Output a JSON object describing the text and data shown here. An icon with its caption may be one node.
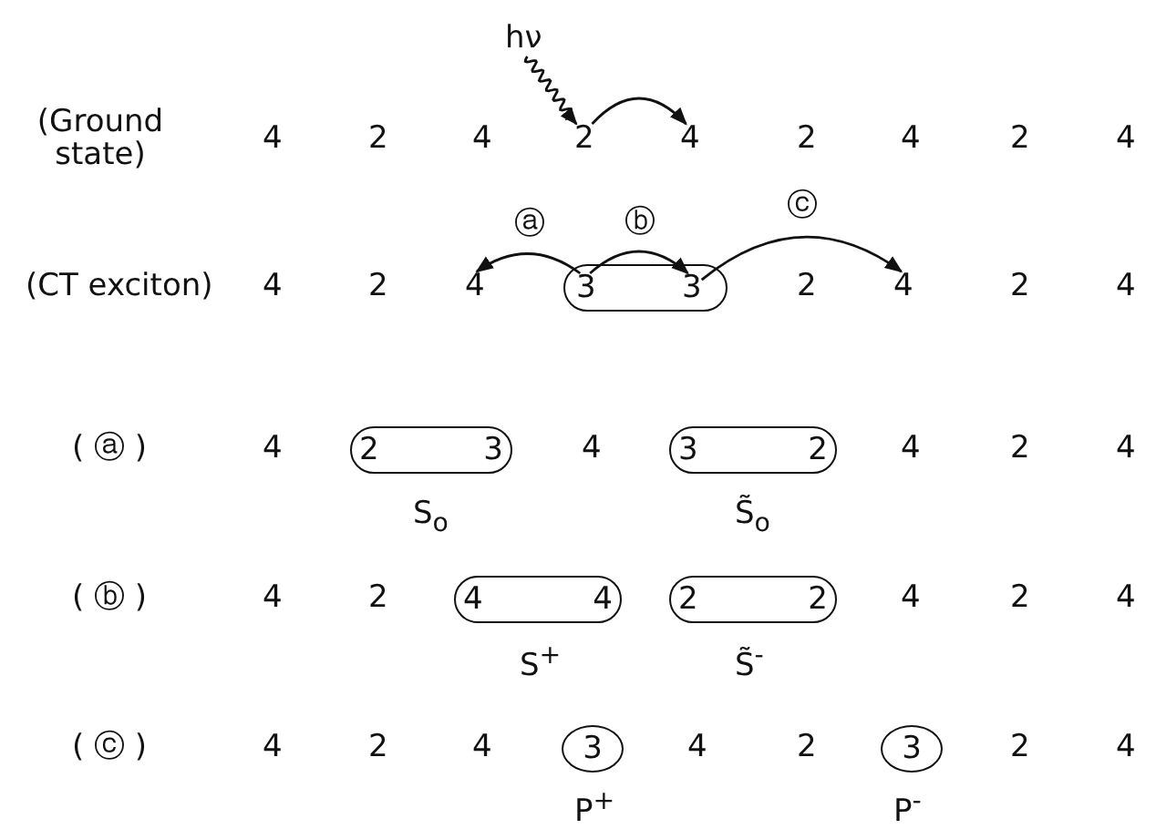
{
  "diagram": {
    "nodes": [
      {
        "text": [
          "hν"
        ]
      },
      {
        "text": [
          "2"
        ]
      },
      {
        "text": [
          "4"
        ]
      },
      {
        "text": [
          "4"
        ]
      },
      {
        "text": [],
        "shape": "box"
      },
      {
        "text": [
          "3"
        ],
        "in": 4
      },
      {
        "text": [
          "3"
        ],
        "in": 4
      },
      {
        "text": [
          "4"
        ]
      },
      {
        "text": [
          "2",
          "3"
        ],
        "beside": [
          "S$_{o}$"
        ]
      },
      {
        "text": [
          "3",
          "2"
        ],
        "beside": [
          "S̃$_{o}$"
        ]
      },
      {
        "text": [
          "4",
          "4"
        ],
        "beside": [
          "S$^{+}$"
        ]
      },
      {
        "text": [
          "2",
          "2"
        ],
        "beside": [
          "S̃$^{-}$"
        ]
      },
      {
        "text": [
          "3"
        ],
        "beside": [
          "P$^{+}$"
        ]
      },
      {
        "text": [
          "3"
        ],
        "beside": [
          "P$^{-}$"
        ]
      }
    ],
    "edges": [
      {
        "from": 0,
        "to": 1,
        "arrow": "to"
      },
      {
        "from": 1,
        "to": 2,
        "arrow": "to"
      },
      {
        "from": 5,
        "to": 3,
        "arrow": "to",
        "label": "ⓐ"
      },
      {
        "from": 5,
        "to": 6,
        "arrow": "to",
        "label": "ⓑ"
      },
      {
        "from": 6,
        "to": 7,
        "arrow": "to",
        "label": "ⓒ"
      }
    ],
    "labels": [
      "(Ground state)",
      "4",
      "2",
      "4",
      "2",
      "4",
      "2",
      "4",
      "(CT exciton)",
      "4",
      "2",
      "2",
      "2",
      "4",
      "( ⓐ )",
      "4",
      "4",
      "4",
      "2",
      "4",
      "( ⓑ )",
      "4",
      "2",
      "4",
      "2",
      "4",
      "( ⓒ )",
      "4",
      "2",
      "4",
      "4",
      "2",
      "2",
      "4"
    ]
  }
}
